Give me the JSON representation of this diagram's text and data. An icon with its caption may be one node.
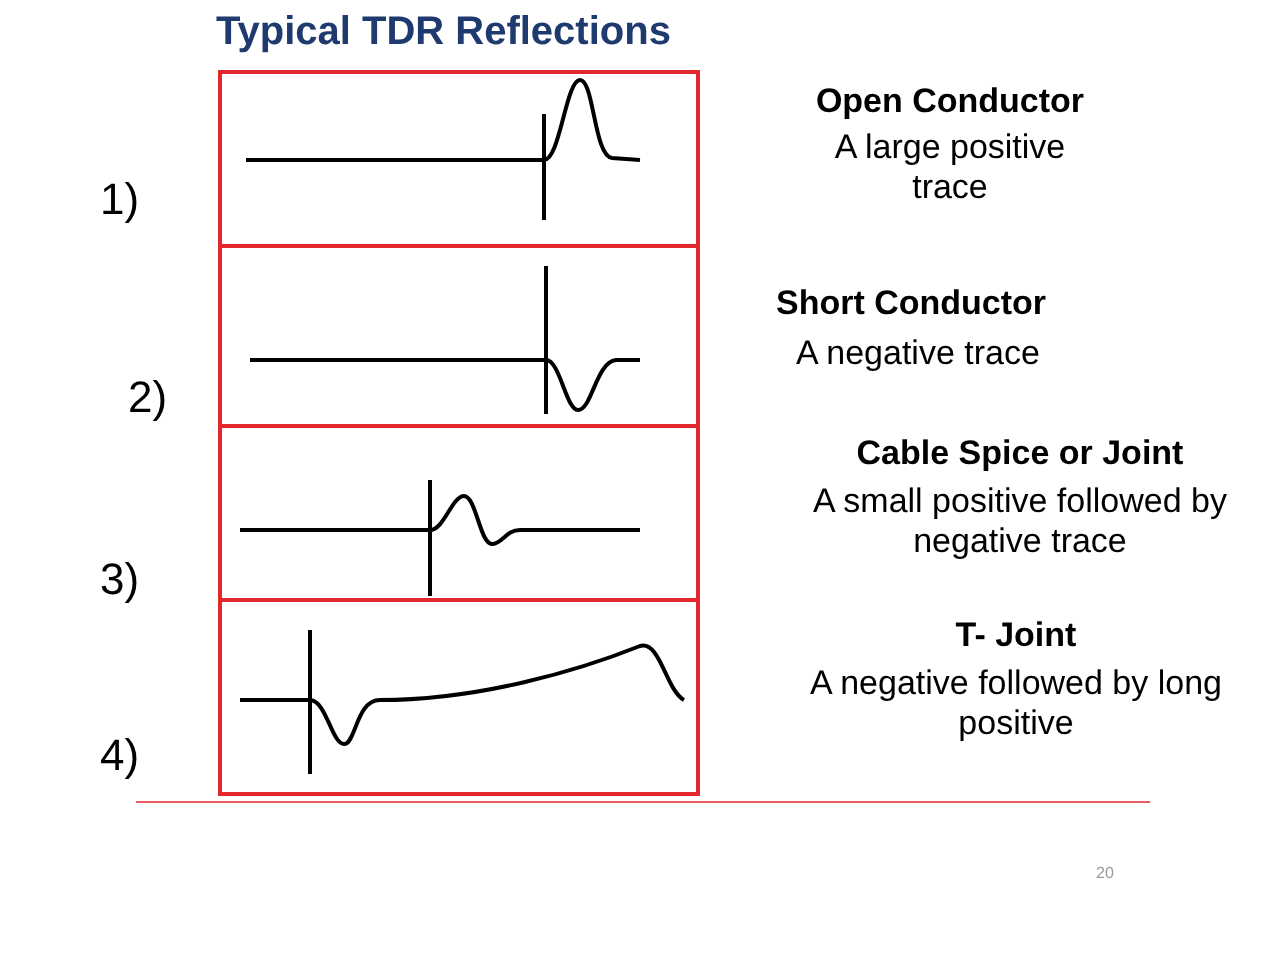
{
  "diagram": {
    "title": "Typical TDR Reflections",
    "labels": [
      "Open Conductor",
      "A large positive trace",
      "1)",
      "Short Conductor",
      "A negative trace",
      "2)",
      "Cable Spice or Joint",
      "A small positive followed by negative trace",
      "3)",
      "T- Joint",
      "A negative followed by long positive",
      "4)",
      "20"
    ]
  }
}
